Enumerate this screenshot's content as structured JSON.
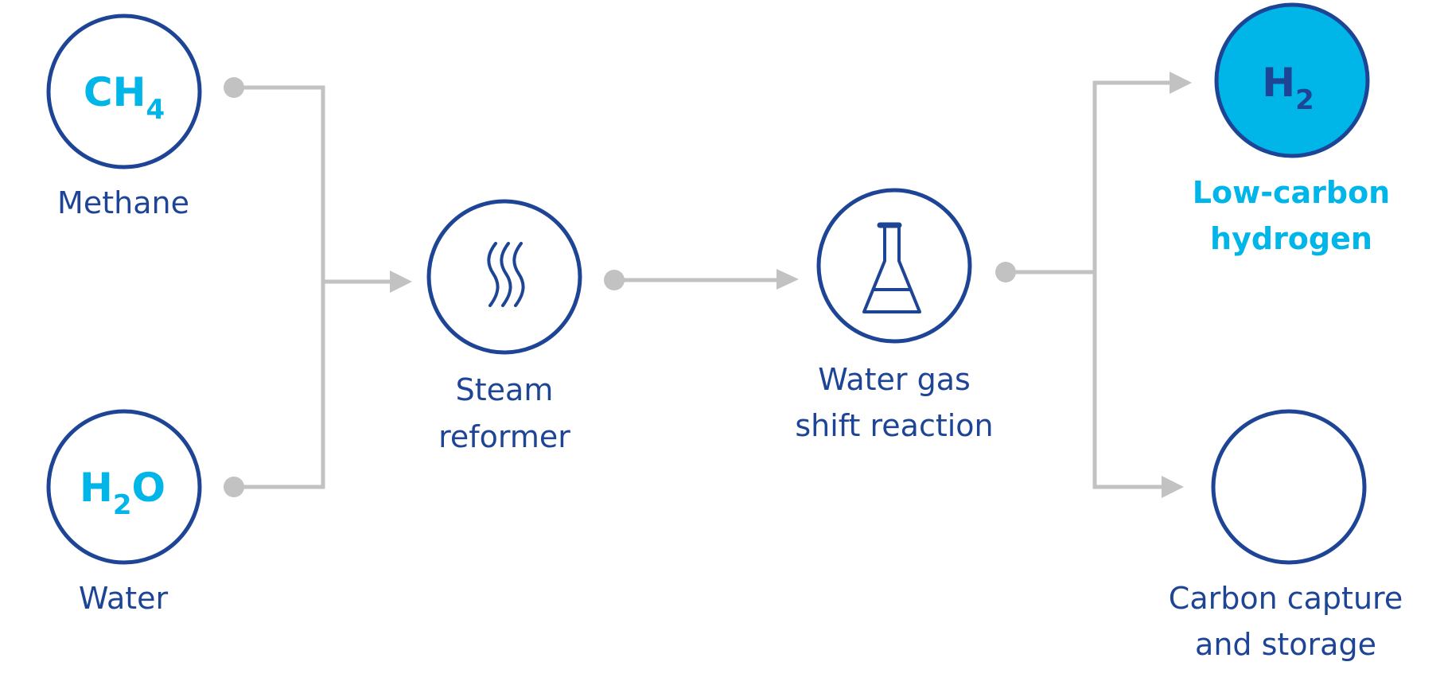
{
  "nodes": {
    "methane": {
      "formula_main": "CH",
      "formula_sub": "4",
      "label": "Methane"
    },
    "water": {
      "formula_main": "H",
      "formula_sub": "2",
      "formula_end": "O",
      "label": "Water"
    },
    "steam_reformer": {
      "icon": "steam-icon",
      "label_line1": "Steam",
      "label_line2": "reformer"
    },
    "water_gas_shift": {
      "icon": "flask-icon",
      "label_line1": "Water gas",
      "label_line2": "shift reaction"
    },
    "hydrogen": {
      "formula_main": "H",
      "formula_sub": "2",
      "label_line1": "Low-carbon",
      "label_line2": "hydrogen"
    },
    "carbon_capture": {
      "label_line1": "Carbon capture",
      "label_line2": "and storage"
    }
  },
  "colors": {
    "navy": "#1e4595",
    "cyan": "#00b5e8",
    "connector_gray": "#c2c2c2",
    "background": "#ffffff"
  }
}
